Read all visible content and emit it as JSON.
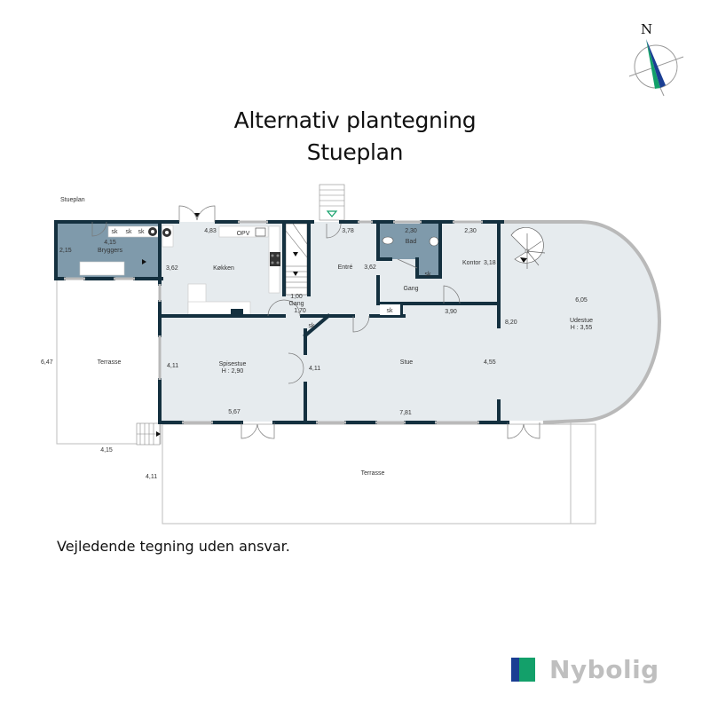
{
  "title": {
    "line1": "Alternativ plantegning",
    "line2": "Stueplan"
  },
  "floor_label": "Stueplan",
  "disclaimer": "Vejledende tegning uden ansvar.",
  "compass": {
    "north_label": "N",
    "colors": {
      "blue": "#1a3e93",
      "green": "#13a06a"
    }
  },
  "logo": {
    "text": "Nybolig",
    "colors": {
      "blue": "#1a3e93",
      "green": "#13a06a",
      "text": "#bfbfbf"
    }
  },
  "colors": {
    "wall": "#14303f",
    "floor": "#e6ebee",
    "wet_room": "#7f9aab",
    "window": "#b9b9b9",
    "outline": "#bdbdbd"
  },
  "rooms": [
    {
      "id": "bryggers",
      "name": "Bryggers",
      "dims": [
        "4,15",
        "2,15"
      ]
    },
    {
      "id": "koekken",
      "name": "Køkken",
      "dims": [
        "4,83",
        "3,62"
      ]
    },
    {
      "id": "gang1",
      "name": "Gang",
      "dims": [
        "1,00",
        "1,70"
      ]
    },
    {
      "id": "entre",
      "name": "Entré",
      "dims": [
        "3,78",
        "3,62"
      ]
    },
    {
      "id": "bad",
      "name": "Bad",
      "dims": [
        "2,30"
      ]
    },
    {
      "id": "gang2",
      "name": "Gang",
      "dims": []
    },
    {
      "id": "kontor",
      "name": "Kontor",
      "dims": [
        "2,30",
        "3,18"
      ]
    },
    {
      "id": "udestue",
      "name": "Udestue",
      "height": "H : 3,55",
      "dims": [
        "6,05",
        "8,20"
      ]
    },
    {
      "id": "spisestue",
      "name": "Spisestue",
      "height": "H : 2,90",
      "dims": [
        "5,67",
        "4,11"
      ]
    },
    {
      "id": "stue",
      "name": "Stue",
      "dims": [
        "7,81",
        "4,11",
        "4,55",
        "3,90"
      ]
    },
    {
      "id": "terrasse-west",
      "name": "Terrasse",
      "dims": [
        "6,47",
        "4,15"
      ]
    },
    {
      "id": "terrasse-south",
      "name": "Terrasse",
      "dims": [
        "4,11"
      ]
    }
  ],
  "fixtures": {
    "cabinet": "sk",
    "opv": "OPV"
  },
  "labels": {
    "bryggers_name": "Bryggers",
    "bryggers_w": "4,15",
    "bryggers_h": "2,15",
    "koekken_name": "Køkken",
    "koekken_w": "4,83",
    "koekken_h": "3,62",
    "gang1_name": "Gang",
    "gang1_w": "1,00",
    "gang1_h": "1,70",
    "entre_name": "Entré",
    "entre_w": "3,78",
    "entre_h": "3,62",
    "bad_name": "Bad",
    "bad_w": "2,30",
    "gang2_name": "Gang",
    "kontor_name": "Kontor",
    "kontor_w": "2,30",
    "kontor_h": "3,18",
    "udestue_name": "Udestue",
    "udestue_height": "H : 3,55",
    "udestue_w": "6,05",
    "udestue_h": "8,20",
    "spisestue_name": "Spisestue",
    "spisestue_height": "H : 2,90",
    "spisestue_w": "5,67",
    "spisestue_h": "4,11",
    "stue_name": "Stue",
    "stue_w": "7,81",
    "stue_h_left": "4,11",
    "stue_h_right": "4,55",
    "stue_top": "3,90",
    "terrasse_w_name": "Terrasse",
    "terrasse_w_h": "6,47",
    "terrasse_w_w": "4,15",
    "terrasse_s_name": "Terrasse",
    "terrasse_s_h": "4,11",
    "sk": "sk",
    "opv": "OPV"
  }
}
